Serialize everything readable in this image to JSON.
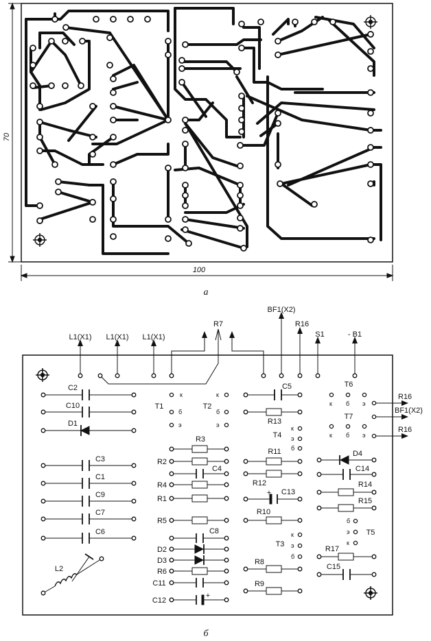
{
  "figure": {
    "caption_a": "а",
    "caption_b": "б"
  },
  "board_a": {
    "width_label": "100",
    "height_label": "70"
  },
  "board_b": {
    "top_labels": [
      "L1(X1)",
      "L1(X1)",
      "L1(X1)",
      "R7",
      "BF1(X2)",
      "R16",
      "S1",
      "- B1"
    ],
    "right_labels": [
      "R16",
      "BF1(X2)",
      "R16"
    ],
    "left_components": [
      "C2",
      "C10",
      "D1",
      "C3",
      "C1",
      "C9",
      "C7",
      "C6",
      "L2"
    ],
    "mid_components": [
      "R3",
      "R2",
      "C4",
      "R4",
      "R1",
      "R5",
      "C8",
      "D2",
      "D3",
      "R6",
      "C11",
      "C12"
    ],
    "right_components": [
      "C5",
      "R13",
      "R11",
      "R12",
      "C13",
      "R10",
      "R8",
      "R9",
      "D4",
      "C14",
      "R14",
      "R15",
      "R17",
      "C15"
    ],
    "transistors": [
      "T1",
      "T2",
      "T4",
      "T6",
      "T7",
      "T3",
      "T5"
    ],
    "pin_k": "к",
    "pin_b": "б",
    "pin_e": "э",
    "plus": "+"
  }
}
